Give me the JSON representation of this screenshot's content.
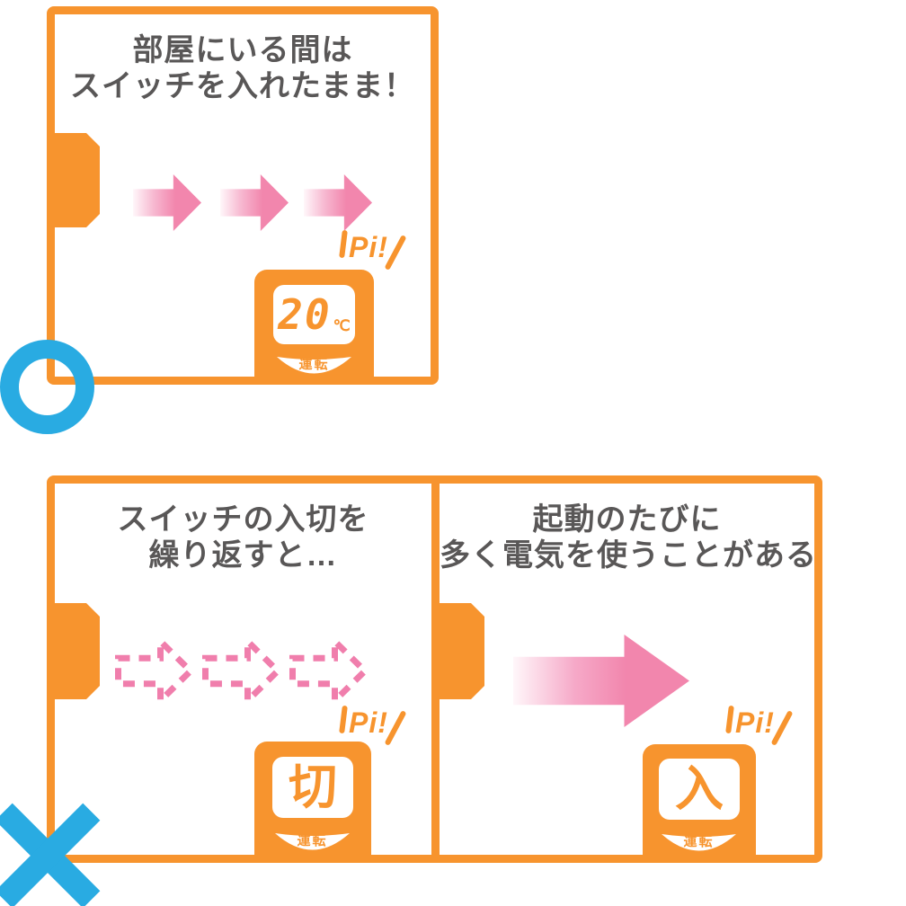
{
  "colors": {
    "orange": "#F7942E",
    "pink": "#F286AD",
    "dashed_pink": "#F07EAC",
    "blue": "#29ABE2",
    "text_gray": "#595757"
  },
  "good_section": {
    "mark_icon": "circle",
    "title_line1": "部屋にいる間は",
    "title_line2": "スイッチを入れたまま！",
    "beep": "Pi!",
    "remote": {
      "display_value": "20",
      "display_unit": "℃",
      "button_label": "運転"
    }
  },
  "bad_section": {
    "mark_icon": "cross",
    "left": {
      "title_line1": "スイッチの入切を",
      "title_line2": "繰り返すと…",
      "beep": "Pi!",
      "remote": {
        "display_value": "切",
        "button_label": "運転"
      }
    },
    "right": {
      "title_line1": "起動のたびに",
      "title_line2": "多く電気を使うことがある",
      "beep": "Pi!",
      "remote": {
        "display_value": "入",
        "button_label": "運転"
      }
    }
  }
}
